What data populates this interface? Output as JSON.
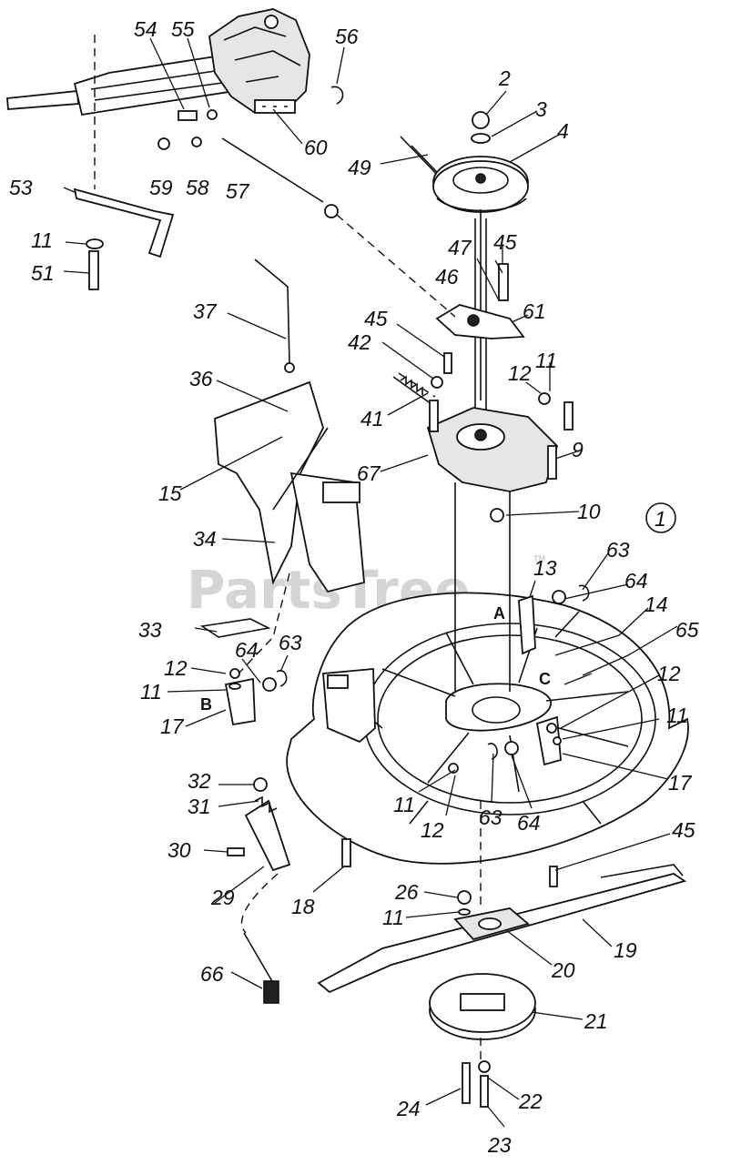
{
  "watermark": {
    "text": "PartsTree",
    "trademark": "TM"
  },
  "figure_number": "1",
  "assembly_letters": {
    "a": "A",
    "b": "B",
    "c": "C"
  },
  "callouts": {
    "p2": "2",
    "p3": "3",
    "p4": "4",
    "p9": "9",
    "p10": "10",
    "p11_a": "11",
    "p11_b": "11",
    "p11_c": "11",
    "p11_d": "11",
    "p11_e": "11",
    "p11_f": "11",
    "p12_a": "12",
    "p12_b": "12",
    "p12_c": "12",
    "p12_d": "12",
    "p13": "13",
    "p14": "14",
    "p15": "15",
    "p17_a": "17",
    "p17_b": "17",
    "p18": "18",
    "p19": "19",
    "p20": "20",
    "p21": "21",
    "p22": "22",
    "p23": "23",
    "p24": "24",
    "p26": "26",
    "p29": "29",
    "p30": "30",
    "p31": "31",
    "p32": "32",
    "p33": "33",
    "p34": "34",
    "p36": "36",
    "p37": "37",
    "p41": "41",
    "p42": "42",
    "p45_a": "45",
    "p45_b": "45",
    "p45_c": "45",
    "p46": "46",
    "p47": "47",
    "p49": "49",
    "p51": "51",
    "p53": "53",
    "p54": "54",
    "p55": "55",
    "p56": "56",
    "p57": "57",
    "p58": "58",
    "p59": "59",
    "p60": "60",
    "p61": "61",
    "p63_a": "63",
    "p63_b": "63",
    "p63_c": "63",
    "p64_a": "64",
    "p64_b": "64",
    "p64_c": "64",
    "p65": "65",
    "p66": "66",
    "p67": "67"
  }
}
